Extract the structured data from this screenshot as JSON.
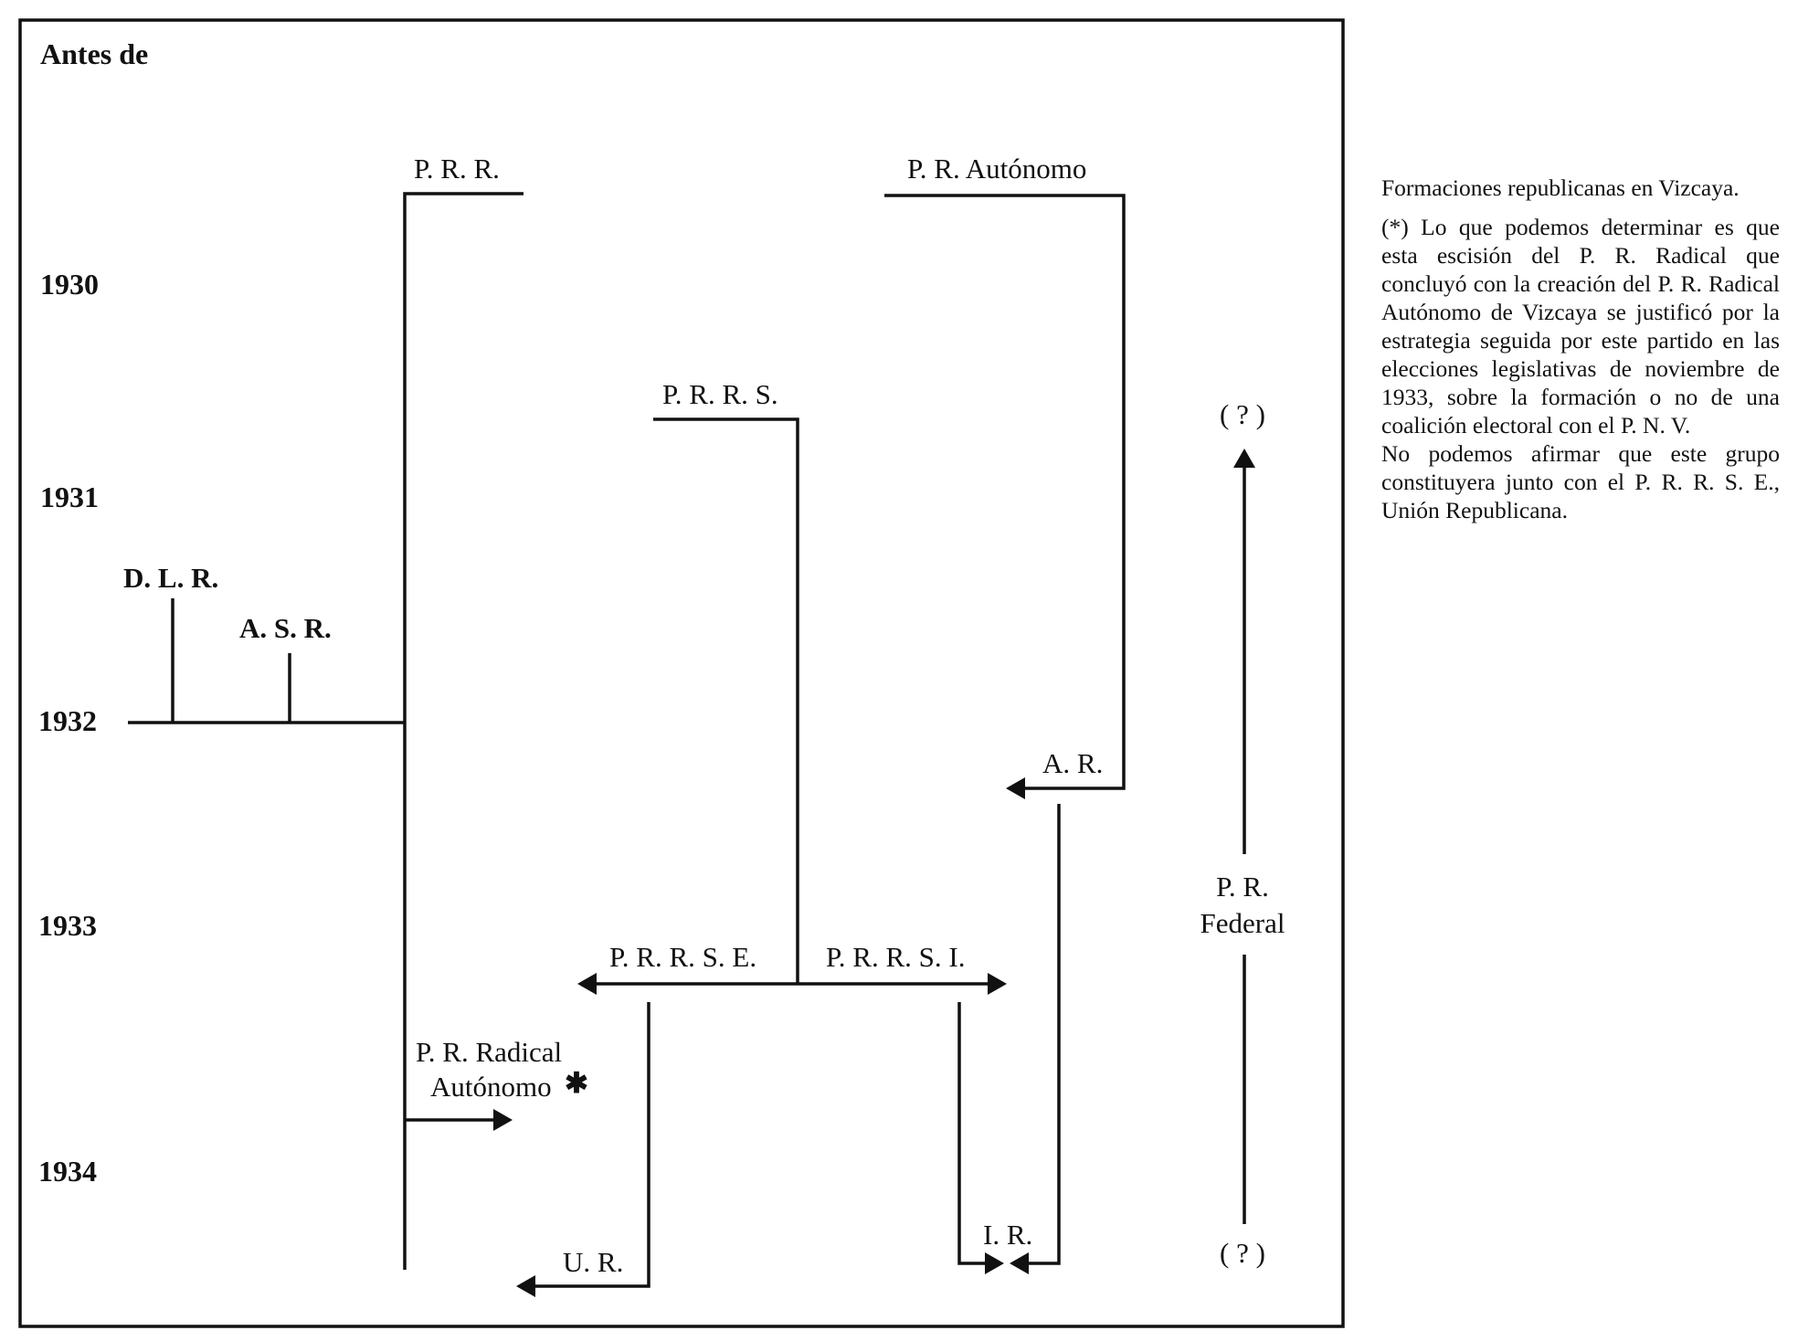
{
  "timeline": {
    "start": "Antes de",
    "years": [
      "1930",
      "1931",
      "1932",
      "1933",
      "1934"
    ]
  },
  "parties": {
    "prr": "P. R. R.",
    "pr_autonomo": "P. R. Autónomo",
    "prrs": "P. R. R. S.",
    "dlr": "D. L. R.",
    "asr": "A. S. R.",
    "ar": "A. R.",
    "prrse": "P. R. R. S. E.",
    "prrsi": "P. R. R. S. I.",
    "pr_radical_line1": "P. R. Radical",
    "pr_radical_line2": "Autónomo",
    "asterisk": "✱",
    "ur": "U. R.",
    "ir": "I. R.",
    "federal_line1": "P. R.",
    "federal_line2": "Federal",
    "unknown_top": "( ? )",
    "unknown_bottom": "( ? )"
  },
  "caption": {
    "title": "Formaciones republicanas en Vizcaya.",
    "note": "(*) Lo que podemos determinar es que esta escisión del P. R. Radical que concluyó con la creación del P. R. Radical Autónomo de Vizcaya se justificó por la estrategia seguida por este partido en las elecciones legislativas de noviembre de 1933, sobre la formación o no de una coalición electoral con el P. N. V.",
    "note2": "No podemos afirmar que este grupo constituyera junto con el P. R. R. S. E., Unión Republicana."
  }
}
